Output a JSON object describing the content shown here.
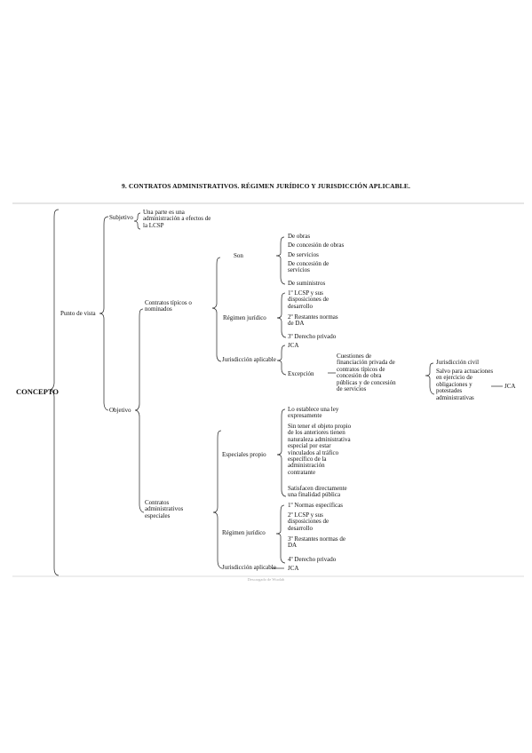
{
  "document": {
    "title": "9. CONTRATOS ADMINISTRATIVOS. RÉGIMEN JURÍDICO Y JURISDICCIÓN APLICABLE.",
    "footer": "Descargado de Wuolah"
  },
  "tree": {
    "root": "CONCEPTO",
    "punto_de_vista": "Punto de vista",
    "subjetivo": "Subjetivo",
    "subjetivo_desc": "Una parte es una administración a efectos de la LCSP",
    "objetivo": "Objetivo",
    "contratos_tipicos": "Contratos típicos o nominados",
    "son": "Son",
    "son_items": [
      "De obras",
      "De concesión de obras",
      "De servicios",
      "De concesión de servicios",
      "De suministros"
    ],
    "regimen_juridico": "Régimen jurídico",
    "regimen_items": [
      "1º LCSP y sus disposiciones de desarrollo",
      "2º Restantes normas de DA",
      "3º Derecho privado"
    ],
    "jurisdiccion_aplicable": "Jurisdicción aplicable",
    "jca": "JCA",
    "excepcion": "Excepción",
    "cuestiones": "Cuestiones de financiación privada de contratos típicos de concesión de obra públicas y de concesión de servicios",
    "jurisdiccion_civil": "Jurisdicción civil",
    "salvo": "Salvo para actuaciones en ejercicio de obligaciones y potestades administrativas",
    "jca_right": "JCA",
    "contratos_especiales": "Contratos administrativos especiales",
    "especiales_propio": "Especiales propio",
    "especiales_items": [
      "Lo establece una ley expresamente",
      "Sin tener el objeto propio de los anteriores tienen naturaleza administrativa especial por estar vinculados al tráfico específico de la administración contratante",
      "Satisfacen directamente una finalidad pública"
    ],
    "regimen_juridico_2": "Régimen jurídico",
    "regimen_items_2": [
      "1º Normas específicas",
      "2º LCSP y sus disposiciones de desarrollo",
      "3º Restantes normas de DA",
      "4º Derecho privado"
    ],
    "jurisdiccion_aplicable_2": "Jurisdicción aplicable",
    "jca_2": "JCA"
  }
}
